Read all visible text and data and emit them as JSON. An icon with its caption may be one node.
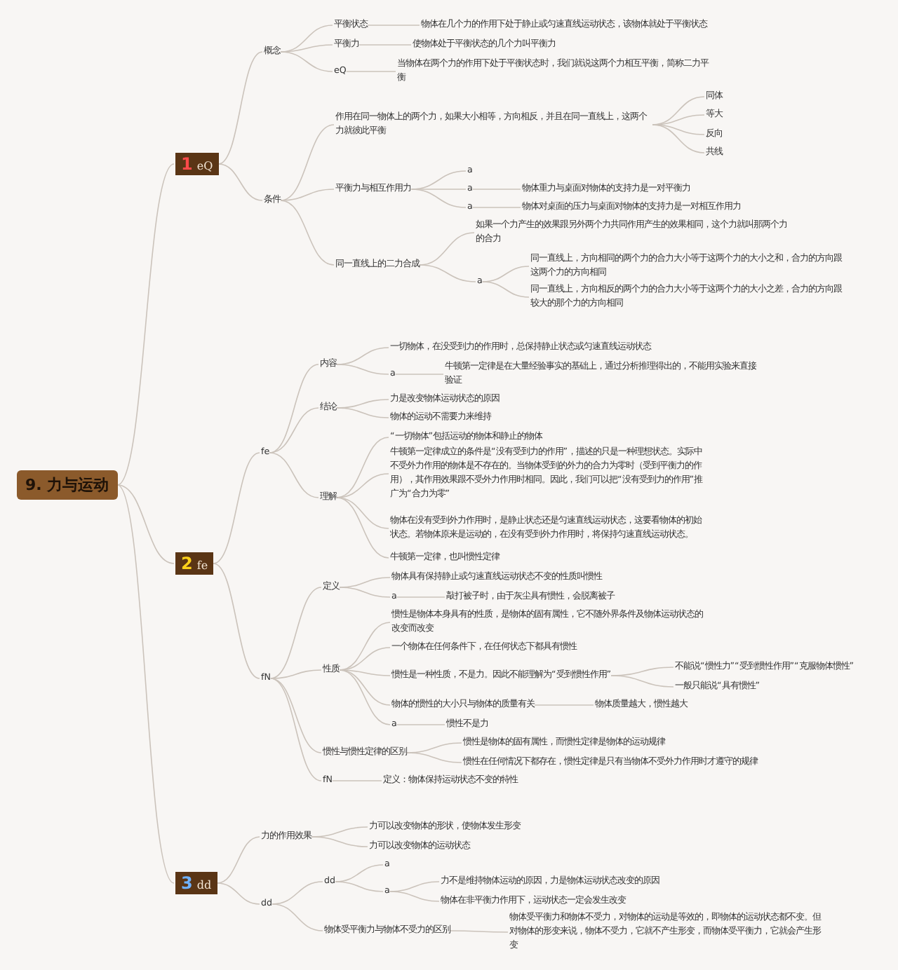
{
  "diagram": {
    "nodes": [
      {
        "text": [
          "9. 力与运动"
        ]
      },
      {
        "text": [
          "1",
          "eQ"
        ]
      },
      {
        "text": [
          "2",
          "fe"
        ]
      },
      {
        "text": [
          "3",
          "dd"
        ]
      },
      {
        "text": [
          "概念"
        ]
      },
      {
        "text": [
          "平衡状态"
        ]
      },
      {
        "text": [
          "物体在几个力的作用下处于静止或匀速直线运动状态，该物体就处于平衡状态"
        ]
      },
      {
        "text": [
          "平衡力"
        ]
      },
      {
        "text": [
          "使物体处于平衡状态的几个力叫平衡力"
        ]
      },
      {
        "text": [
          "eQ"
        ]
      },
      {
        "text": [
          "当物体在两个力的作用下处于平衡状态时，我们就说这两个力相互平衡，简称二力平衡"
        ]
      },
      {
        "text": [
          "条件"
        ]
      },
      {
        "text": [
          "作用在同一物体上的两个力，如果大小相等，方向相反，并且在同一直线上，这两个力就彼此平衡"
        ]
      },
      {
        "text": [
          "同体"
        ]
      },
      {
        "text": [
          "等大"
        ]
      },
      {
        "text": [
          "反向"
        ]
      },
      {
        "text": [
          "共线"
        ]
      },
      {
        "text": [
          "平衡力与相互作用力"
        ]
      },
      {
        "text": [
          "a"
        ]
      },
      {
        "text": [
          "a"
        ]
      },
      {
        "text": [
          "物体重力与桌面对物体的支持力是一对平衡力"
        ]
      },
      {
        "text": [
          "a"
        ]
      },
      {
        "text": [
          "物体对桌面的压力与桌面对物体的支持力是一对相互作用力"
        ]
      },
      {
        "text": [
          "同一直线上的二力合成"
        ]
      },
      {
        "text": [
          "如果一个力产生的效果跟另外两个力共同作用产生的效果相同，这个力就叫那两个力的合力"
        ]
      },
      {
        "text": [
          "a"
        ]
      },
      {
        "text": [
          "同一直线上，方向相同的两个力的合力大小等于这两个力的大小之和，合力的方向跟这两个力的方向相同"
        ]
      },
      {
        "text": [
          "同一直线上，方向相反的两个力的合力大小等于这两个力的大小之差，合力的方向跟较大的那个力的方向相同"
        ]
      },
      {
        "text": [
          "fe"
        ]
      },
      {
        "text": [
          "内容"
        ]
      },
      {
        "text": [
          "一切物体，在没受到力的作用时，总保持静止状态或匀速直线运动状态"
        ]
      },
      {
        "text": [
          "a"
        ]
      },
      {
        "text": [
          "牛顿第一定律是在大量经验事实的基础上，通过分析推理得出的，不能用实验来直接验证"
        ]
      },
      {
        "text": [
          "结论"
        ]
      },
      {
        "text": [
          "力是改变物体运动状态的原因"
        ]
      },
      {
        "text": [
          "物体的运动不需要力来维持"
        ]
      },
      {
        "text": [
          "理解"
        ]
      },
      {
        "text": [
          "“一切物体”包括运动的物体和静止的物体"
        ]
      },
      {
        "text": [
          "牛顿第一定律成立的条件是“没有受到力的作用”，描述的只是一种理想状态。实际中不受外力作用的物体是不存在的。当物体受到的外力的合力为零时（受到平衡力的作用），其作用效果跟不受外力作用时相同。因此，我们可以把“没有受到力的作用”推广为“合力为零”"
        ]
      },
      {
        "text": [
          "物体在没有受到外力作用时，是静止状态还是匀速直线运动状态，这要看物体的初始状态。若物体原来是运动的，在没有受到外力作用时，将保持匀速直线运动状态。"
        ]
      },
      {
        "text": [
          "牛顿第一定律，也叫惯性定律"
        ]
      },
      {
        "text": [
          "fN"
        ]
      },
      {
        "text": [
          "定义"
        ]
      },
      {
        "text": [
          "物体具有保持静止或匀速直线运动状态不变的性质叫惯性"
        ]
      },
      {
        "text": [
          "a"
        ]
      },
      {
        "text": [
          "敲打被子时，由于灰尘具有惯性，会脱离被子"
        ]
      },
      {
        "text": [
          "性质"
        ]
      },
      {
        "text": [
          "惯性是物体本身具有的性质，是物体的固有属性，它不随外界条件及物体运动状态的改变而改变"
        ]
      },
      {
        "text": [
          "一个物体在任何条件下，在任何状态下都具有惯性"
        ]
      },
      {
        "text": [
          "惯性是一种性质，不是力。因此不能理解为“受到惯性作用”"
        ]
      },
      {
        "text": [
          "不能说“惯性力”“受到惯性作用”“克服物体惯性”"
        ]
      },
      {
        "text": [
          "一般只能说“具有惯性”"
        ]
      },
      {
        "text": [
          "物体的惯性的大小只与物体的质量有关"
        ]
      },
      {
        "text": [
          "物体质量越大，惯性越大"
        ]
      },
      {
        "text": [
          "a"
        ]
      },
      {
        "text": [
          "惯性不是力"
        ]
      },
      {
        "text": [
          "惯性与惯性定律的区别"
        ]
      },
      {
        "text": [
          "惯性是物体的固有属性，而惯性定律是物体的运动规律"
        ]
      },
      {
        "text": [
          "惯性在任何情况下都存在，惯性定律是只有当物体不受外力作用时才遵守的规律"
        ]
      },
      {
        "text": [
          "fN"
        ]
      },
      {
        "text": [
          "定义：物体保持运动状态不变的特性"
        ]
      },
      {
        "text": [
          "力的作用效果"
        ]
      },
      {
        "text": [
          "力可以改变物体的形状，使物体发生形变"
        ]
      },
      {
        "text": [
          "力可以改变物体的运动状态"
        ]
      },
      {
        "text": [
          "dd"
        ]
      },
      {
        "text": [
          "dd"
        ]
      },
      {
        "text": [
          "a"
        ]
      },
      {
        "text": [
          "a"
        ]
      },
      {
        "text": [
          "力不是维持物体运动的原因，力是物体运动状态改变的原因"
        ]
      },
      {
        "text": [
          "物体在非平衡力作用下，运动状态一定会发生改变"
        ]
      },
      {
        "text": [
          "物体受平衡力与物体不受力的区别"
        ]
      },
      {
        "text": [
          "物体受平衡力和物体不受力，对物体的运动是等效的，即物体的运动状态都不变。但对物体的形变来说，物体不受力，它就不产生形变，而物体受平衡力，它就会产生形变"
        ]
      }
    ],
    "edges": [
      {
        "from": 0,
        "to": 1,
        "arrow": "none"
      },
      {
        "from": 0,
        "to": 2,
        "arrow": "none"
      },
      {
        "from": 0,
        "to": 3,
        "arrow": "none"
      },
      {
        "from": 1,
        "to": 4,
        "arrow": "none"
      },
      {
        "from": 4,
        "to": 5,
        "arrow": "none"
      },
      {
        "from": 5,
        "to": 6,
        "arrow": "none"
      },
      {
        "from": 4,
        "to": 7,
        "arrow": "none"
      },
      {
        "from": 7,
        "to": 8,
        "arrow": "none"
      },
      {
        "from": 4,
        "to": 9,
        "arrow": "none"
      },
      {
        "from": 9,
        "to": 10,
        "arrow": "none"
      },
      {
        "from": 1,
        "to": 11,
        "arrow": "none"
      },
      {
        "from": 11,
        "to": 12,
        "arrow": "none"
      },
      {
        "from": 12,
        "to": 13,
        "arrow": "none"
      },
      {
        "from": 12,
        "to": 14,
        "arrow": "none"
      },
      {
        "from": 12,
        "to": 15,
        "arrow": "none"
      },
      {
        "from": 12,
        "to": 16,
        "arrow": "none"
      },
      {
        "from": 11,
        "to": 17,
        "arrow": "none"
      },
      {
        "from": 17,
        "to": 18,
        "arrow": "none"
      },
      {
        "from": 17,
        "to": 19,
        "arrow": "none"
      },
      {
        "from": 19,
        "to": 20,
        "arrow": "none"
      },
      {
        "from": 17,
        "to": 21,
        "arrow": "none"
      },
      {
        "from": 21,
        "to": 22,
        "arrow": "none"
      },
      {
        "from": 11,
        "to": 23,
        "arrow": "none"
      },
      {
        "from": 23,
        "to": 24,
        "arrow": "none"
      },
      {
        "from": 23,
        "to": 25,
        "arrow": "none"
      },
      {
        "from": 25,
        "to": 26,
        "arrow": "none"
      },
      {
        "from": 25,
        "to": 27,
        "arrow": "none"
      },
      {
        "from": 2,
        "to": 28,
        "arrow": "none"
      },
      {
        "from": 28,
        "to": 29,
        "arrow": "none"
      },
      {
        "from": 29,
        "to": 30,
        "arrow": "none"
      },
      {
        "from": 29,
        "to": 31,
        "arrow": "none"
      },
      {
        "from": 31,
        "to": 32,
        "arrow": "none"
      },
      {
        "from": 28,
        "to": 33,
        "arrow": "none"
      },
      {
        "from": 33,
        "to": 34,
        "arrow": "none"
      },
      {
        "from": 33,
        "to": 35,
        "arrow": "none"
      },
      {
        "from": 28,
        "to": 36,
        "arrow": "none"
      },
      {
        "from": 36,
        "to": 37,
        "arrow": "none"
      },
      {
        "from": 36,
        "to": 38,
        "arrow": "none"
      },
      {
        "from": 36,
        "to": 39,
        "arrow": "none"
      },
      {
        "from": 36,
        "to": 40,
        "arrow": "none"
      },
      {
        "from": 2,
        "to": 41,
        "arrow": "none"
      },
      {
        "from": 41,
        "to": 42,
        "arrow": "none"
      },
      {
        "from": 42,
        "to": 43,
        "arrow": "none"
      },
      {
        "from": 42,
        "to": 44,
        "arrow": "none"
      },
      {
        "from": 44,
        "to": 45,
        "arrow": "none"
      },
      {
        "from": 41,
        "to": 46,
        "arrow": "none"
      },
      {
        "from": 46,
        "to": 47,
        "arrow": "none"
      },
      {
        "from": 46,
        "to": 48,
        "arrow": "none"
      },
      {
        "from": 46,
        "to": 49,
        "arrow": "none"
      },
      {
        "from": 49,
        "to": 50,
        "arrow": "none"
      },
      {
        "from": 49,
        "to": 51,
        "arrow": "none"
      },
      {
        "from": 46,
        "to": 52,
        "arrow": "none"
      },
      {
        "from": 52,
        "to": 53,
        "arrow": "none"
      },
      {
        "from": 46,
        "to": 54,
        "arrow": "none"
      },
      {
        "from": 54,
        "to": 55,
        "arrow": "none"
      },
      {
        "from": 41,
        "to": 56,
        "arrow": "none"
      },
      {
        "from": 56,
        "to": 57,
        "arrow": "none"
      },
      {
        "from": 56,
        "to": 58,
        "arrow": "none"
      },
      {
        "from": 41,
        "to": 59,
        "arrow": "none"
      },
      {
        "from": 59,
        "to": 60,
        "arrow": "none"
      },
      {
        "from": 3,
        "to": 61,
        "arrow": "none"
      },
      {
        "from": 61,
        "to": 62,
        "arrow": "none"
      },
      {
        "from": 61,
        "to": 63,
        "arrow": "none"
      },
      {
        "from": 3,
        "to": 64,
        "arrow": "none"
      },
      {
        "from": 64,
        "to": 65,
        "arrow": "none"
      },
      {
        "from": 65,
        "to": 66,
        "arrow": "none"
      },
      {
        "from": 65,
        "to": 67,
        "arrow": "none"
      },
      {
        "from": 67,
        "to": 68,
        "arrow": "none"
      },
      {
        "from": 67,
        "to": 69,
        "arrow": "none"
      },
      {
        "from": 64,
        "to": 70,
        "arrow": "none"
      },
      {
        "from": 70,
        "to": 71,
        "arrow": "none"
      }
    ]
  }
}
